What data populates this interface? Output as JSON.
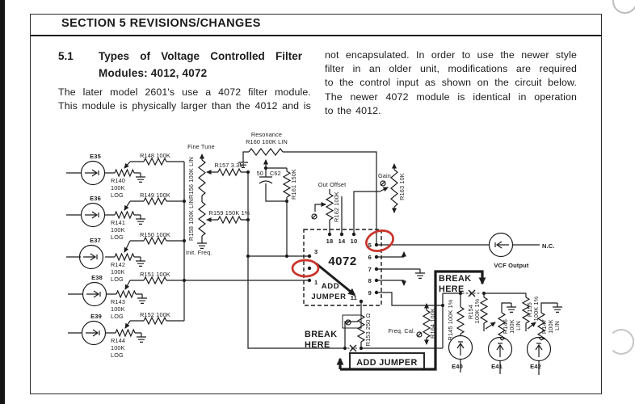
{
  "page": {
    "header_title": "SECTION 5  REVISIONS/CHANGES",
    "section": {
      "number": "5.1",
      "title_line1": "Types of Voltage Controlled Filter",
      "title_line2": "Modules: 4012, 4072"
    },
    "paragraph_left_lines": [
      "The later model 2601's use a 4072 filter module.",
      "This module is physically larger than the 4012 and is"
    ],
    "paragraph_right_lines": [
      "not encapsulated.  In order to use the newer style",
      "filter in an older unit, modifications are required",
      "to the control input as shown on the circuit below.",
      "The newer 4072 module is identical in operation",
      "to the 4012."
    ]
  },
  "schematic": {
    "chip_label": "4072",
    "accent_red": "#c9342b",
    "ink": "#1c1c1c",
    "rows": [
      {
        "jack": "E35",
        "pot1": "R140",
        "pot2": "100K",
        "pot3": "LOG",
        "res": "R148 100K"
      },
      {
        "jack": "E36",
        "pot1": "R141",
        "pot2": "100K",
        "pot3": "LOG",
        "res": "R149 100K"
      },
      {
        "jack": "E37",
        "pot1": "R142",
        "pot2": "100K",
        "pot3": "LOG",
        "res": "R150 100K"
      },
      {
        "jack": "E38",
        "pot1": "R143",
        "pot2": "100K",
        "pot3": "LOG",
        "res": "R151 100K"
      },
      {
        "jack": "E39",
        "pot1": "R144",
        "pot2": "100K",
        "pot3": "LOG",
        "res": "R152 100K"
      }
    ],
    "labels": {
      "fine_tune": "Fine Tune",
      "r156": "R156 100K LIN",
      "r157": "R157 3.3M",
      "r158": "R158 100K LIN",
      "r159": "R159 150K 1%",
      "init_freq": "Init. Freq.",
      "resonance": "Resonance",
      "r160": "R160 100K LIN",
      "c62_value": "50",
      "c62": "C62",
      "r161": "R161 150K",
      "out_offset": "Out Offset",
      "r162": "R162 100K",
      "gain": "Gain",
      "r163": "R163 10K",
      "freq_cal": "Freq. Cal.",
      "r164": "R164 100K",
      "r153": "R153 250 Ω",
      "r145": "R145 100K 1%",
      "r154a": "R154",
      "r154b": "100K 1%",
      "r155a": "R155",
      "r155b": "100K 1%",
      "r146a": "R146",
      "r146b": "100K",
      "r146c": "LIN",
      "r147a": "R147",
      "r147b": "100K",
      "r147c": "LIN",
      "e40": "E40",
      "e41": "E41",
      "e42": "E42",
      "pin18": "18",
      "pin14": "14",
      "pin10": "10",
      "pin3": "3",
      "pin1": "1",
      "pin11": "11",
      "pin5": "5",
      "pin6": "6",
      "pin7": "7",
      "pin8": "8",
      "pin9": "9",
      "add_jumper_line1": "ADD",
      "add_jumper_line2": "JUMPER",
      "add_jumper_box": "ADD JUMPER",
      "break_here_line1": "BREAK",
      "break_here_line2": "HERE",
      "nc": "N.C.",
      "vcf_output": "VCF Output"
    }
  }
}
